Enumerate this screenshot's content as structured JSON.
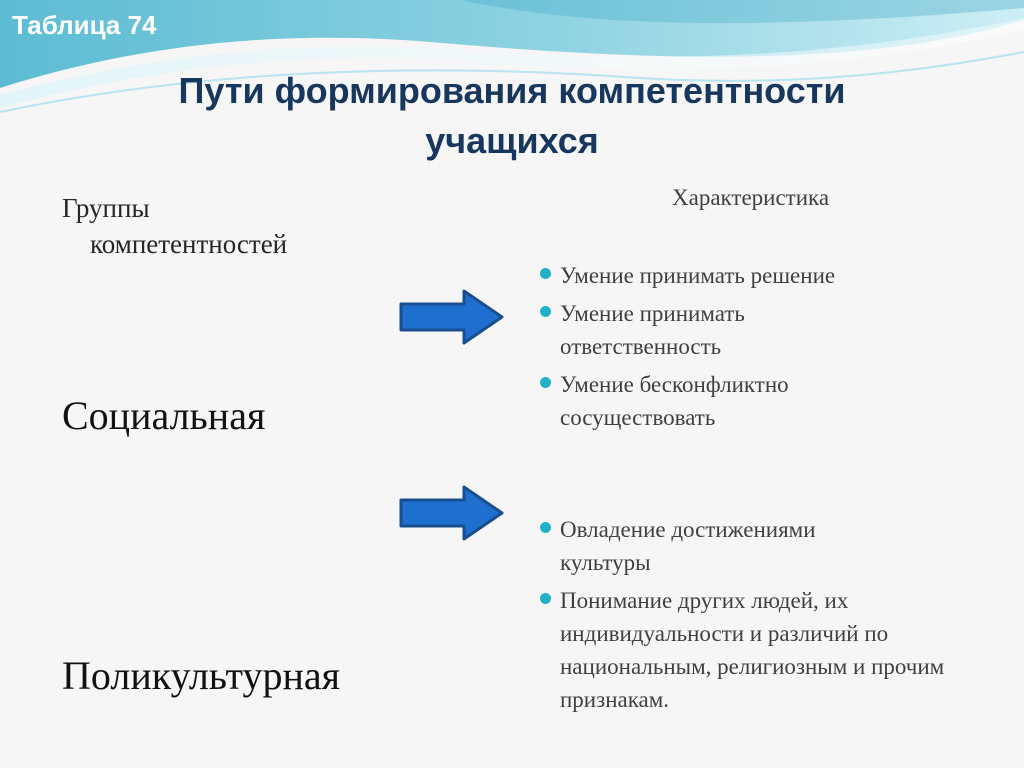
{
  "header": {
    "badge": "Таблица 74",
    "title_line1": "Пути формирования компетентности",
    "title_line2": "учащихся"
  },
  "columns": {
    "left_heading_line1": "Группы",
    "left_heading_line2": "компетентностей",
    "right_heading": "Характеристика"
  },
  "groups": [
    {
      "name": "Социальная",
      "items": [
        "Умение принимать решение",
        "Умение принимать ответственность",
        "Умение бесконфликтно сосуществовать"
      ]
    },
    {
      "name": "Поликультурная",
      "items": [
        "Овладение достижениями культуры",
        "Понимание других людей, их индивидуальности и различий по национальным, религиозным и прочим признакам."
      ]
    }
  ],
  "colors": {
    "title": "#17375e",
    "arrow_fill": "#1f6fd0",
    "arrow_stroke": "#1a4f8f",
    "bullet": "#1fb2c9",
    "wave_primary": "#5fc3d6"
  },
  "icons": {
    "arrow": "right-arrow-icon",
    "bullet": "bullet-dot-icon"
  }
}
